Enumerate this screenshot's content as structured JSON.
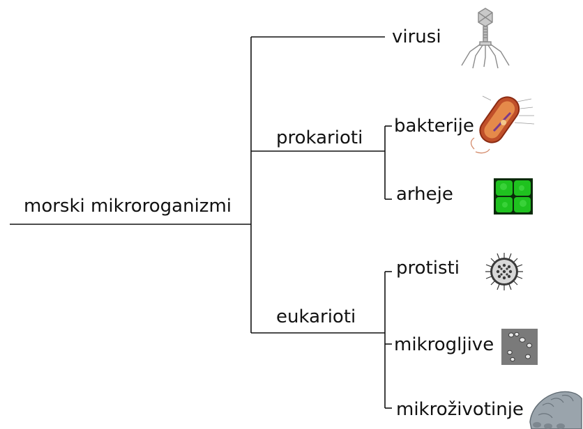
{
  "root": {
    "label": "morski mikroroganizmi"
  },
  "viruses": {
    "label": "virusi",
    "icon": "bacteriophage-icon"
  },
  "prokaryotes": {
    "label": "prokarioti",
    "children": [
      {
        "label": "bakterije",
        "icon": "bacterium-cell-icon"
      },
      {
        "label": "arheje",
        "icon": "archaea-cells-icon"
      }
    ]
  },
  "eukaryotes": {
    "label": "eukarioti",
    "children": [
      {
        "label": "protisti",
        "icon": "radiolarian-icon"
      },
      {
        "label": "mikrogljive",
        "icon": "yeast-cells-icon"
      },
      {
        "label": "mikroživotinje",
        "icon": "tardigrade-icon"
      }
    ]
  },
  "colors": {
    "line": "#111111",
    "archaea": "#1fc21f"
  }
}
